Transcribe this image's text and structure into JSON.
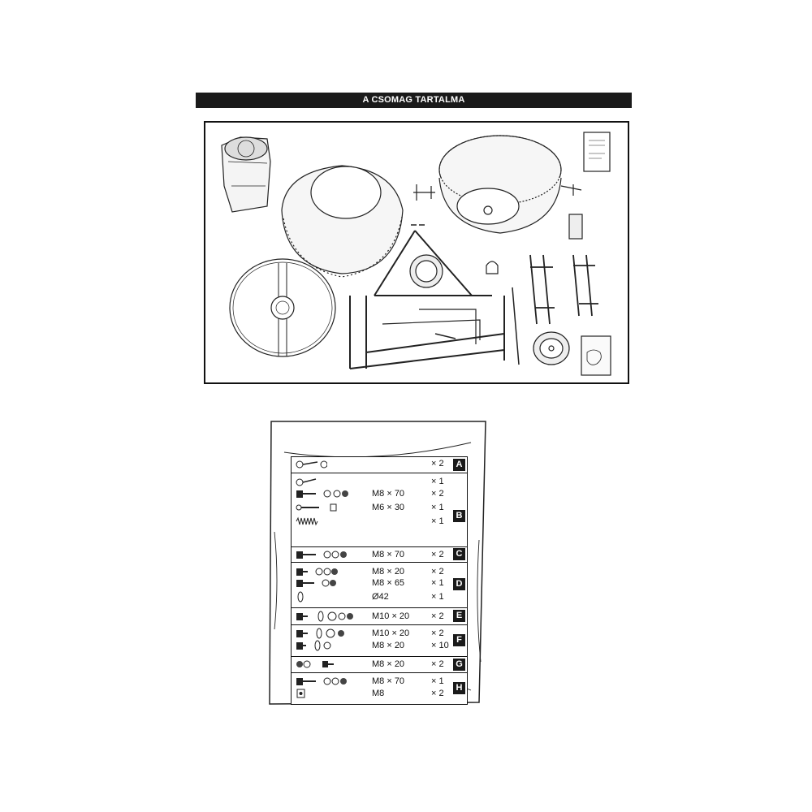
{
  "header": {
    "title": "A CSOMAG TARTALMA"
  },
  "groups": [
    {
      "letter": "A",
      "rows": [
        {
          "spec": "",
          "qty": "× 2"
        }
      ]
    },
    {
      "letter": "B",
      "rows": [
        {
          "spec": "",
          "qty": "× 1"
        },
        {
          "spec": "M8 × 70",
          "qty": "× 2"
        },
        {
          "spec": "M6 × 30",
          "qty": "× 1"
        },
        {
          "spec": "",
          "qty": "× 1"
        }
      ]
    },
    {
      "letter": "C",
      "rows": [
        {
          "spec": "M8 × 70",
          "qty": "× 2"
        }
      ]
    },
    {
      "letter": "D",
      "rows": [
        {
          "spec": "M8 × 20",
          "qty": "× 2"
        },
        {
          "spec": "M8 × 65",
          "qty": "× 1"
        },
        {
          "spec": "Ø42",
          "qty": "× 1"
        }
      ]
    },
    {
      "letter": "E",
      "rows": [
        {
          "spec": "M10 × 20",
          "qty": "× 2"
        }
      ]
    },
    {
      "letter": "F",
      "rows": [
        {
          "spec": "M10 × 20",
          "qty": "× 2"
        },
        {
          "spec": "M8 × 20",
          "qty": "× 10"
        }
      ]
    },
    {
      "letter": "G",
      "rows": [
        {
          "spec": "M8 × 20",
          "qty": "× 2"
        }
      ]
    },
    {
      "letter": "H",
      "rows": [
        {
          "spec": "M8 × 70",
          "qty": "× 1"
        },
        {
          "spec": "M8",
          "qty": "× 2"
        }
      ]
    }
  ]
}
